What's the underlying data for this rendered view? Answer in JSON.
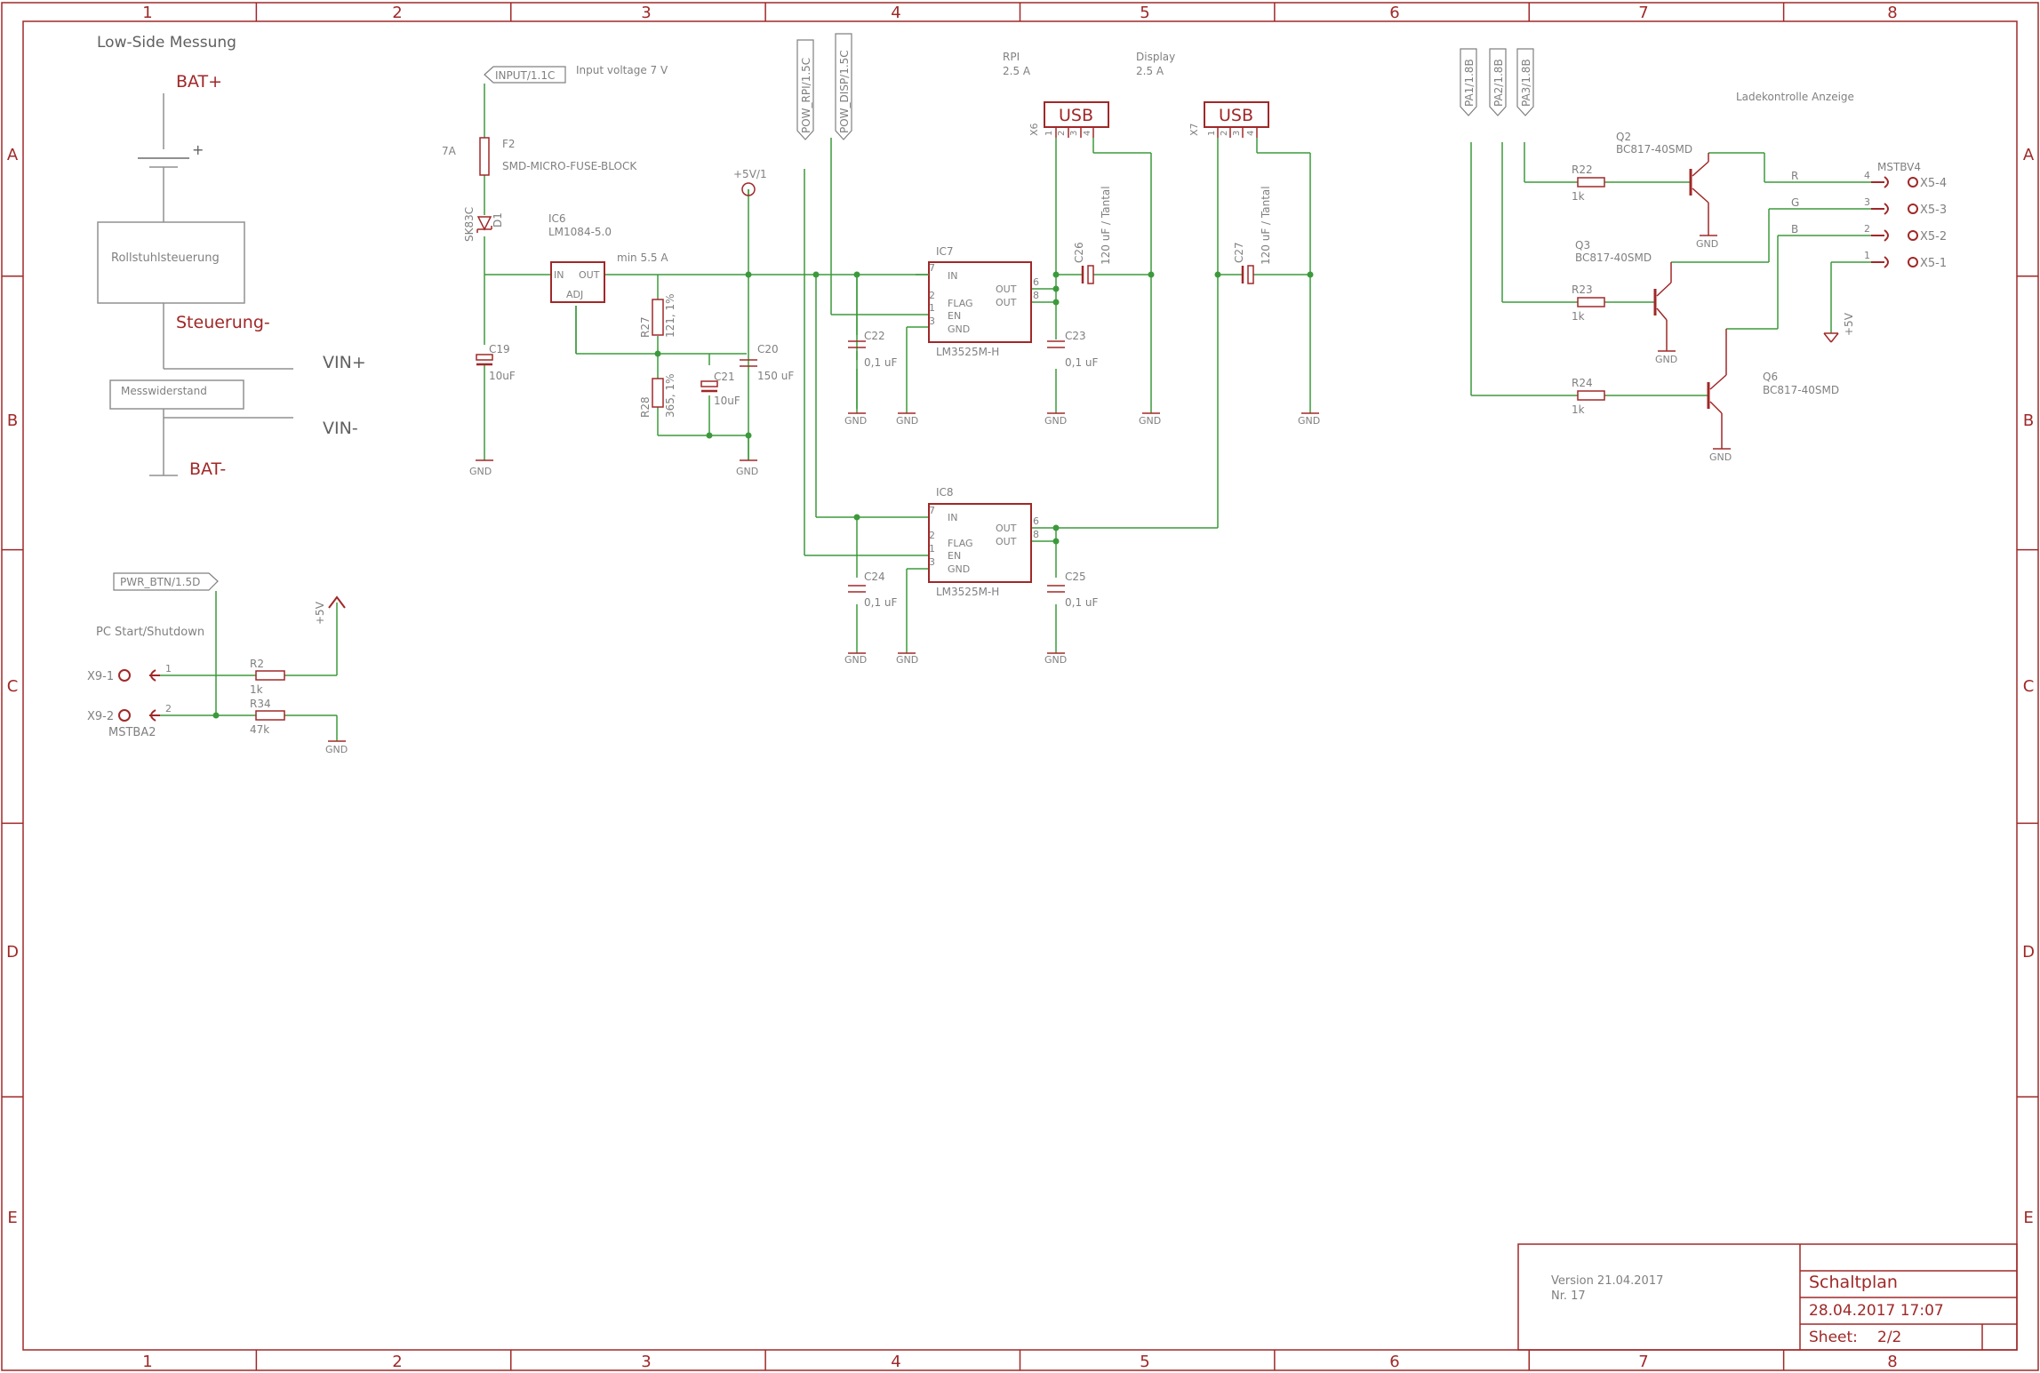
{
  "colors": {
    "symbol": "#a02828",
    "wire": "#3c9a3c",
    "junction": "#3c9a3c",
    "label": "#808080",
    "frame": "#a02828"
  },
  "frame": {
    "columns": [
      "1",
      "2",
      "3",
      "4",
      "5",
      "6",
      "7",
      "8"
    ],
    "rows": [
      "A",
      "B",
      "C",
      "D",
      "E"
    ]
  },
  "title_block": {
    "title": "Schaltplan",
    "datetime": "28.04.2017 17:07",
    "sheet_label": "Sheet:",
    "sheet_value": "2/2",
    "version": "Version 21.04.2017",
    "number": "Nr. 17"
  },
  "low_side": {
    "title": "Low-Side Messung",
    "bat_plus": "BAT+",
    "plus_sign": "+",
    "controller": "Rollstuhlsteuerung",
    "steuerung_minus": "Steuerung-",
    "vin_plus": "VIN+",
    "shunt": "Messwiderstand",
    "vin_minus": "VIN-",
    "bat_minus": "BAT-"
  },
  "power_input": {
    "input_flag": "INPUT/1.1C",
    "input_voltage": "Input voltage 7 V",
    "fuse_current": "7A",
    "fuse_name": "F2",
    "fuse_part": "SMD-MICRO-FUSE-BLOCK",
    "diode_part": "SK83C",
    "diode_name": "D1",
    "c19_name": "C19",
    "c19_value": "10uF",
    "gnd": "GND"
  },
  "regulator": {
    "name": "IC6",
    "part": "LM1084-5.0",
    "pin_in": "IN",
    "pin_out": "OUT",
    "pin_adj": "ADJ",
    "current": "min 5.5 A",
    "r27_name": "R27",
    "r27_value": "121, 1%",
    "r28_name": "R28",
    "r28_value": "365, 1%",
    "c21_name": "C21",
    "c21_value": "10uF",
    "c20_name": "C20",
    "c20_value": "150 uF",
    "supply": "+5V/1"
  },
  "flags": {
    "pow_rpi": "POW_RPI/1.5C",
    "pow_disp": "POW_DISP/1.5C",
    "pa1": "PA1/1.8B",
    "pa2": "PA2/1.8B",
    "pa3": "PA3/1.8B",
    "pwr_btn": "PWR_BTN/1.5D"
  },
  "switches": [
    {
      "name": "IC7",
      "part": "LM3525M-H",
      "pins": {
        "in": "IN",
        "flag": "FLAG",
        "en": "EN",
        "gnd": "GND",
        "out1": "OUT",
        "out2": "OUT"
      },
      "pin_numbers": {
        "in": "7",
        "flag": "2",
        "en": "1",
        "gnd": "3",
        "out1": "6",
        "out2": "8"
      },
      "c_in_name": "C22",
      "c_in_value": "0,1 uF",
      "c_out_name": "C23",
      "c_out_value": "0,1 uF"
    },
    {
      "name": "IC8",
      "part": "LM3525M-H",
      "pins": {
        "in": "IN",
        "flag": "FLAG",
        "en": "EN",
        "gnd": "GND",
        "out1": "OUT",
        "out2": "OUT"
      },
      "pin_numbers": {
        "in": "7",
        "flag": "2",
        "en": "1",
        "gnd": "3",
        "out1": "6",
        "out2": "8"
      },
      "c_in_name": "C24",
      "c_in_value": "0,1 uF",
      "c_out_name": "C25",
      "c_out_value": "0,1 uF"
    }
  ],
  "usb": [
    {
      "name": "X6",
      "label": "USB",
      "caption": "RPI",
      "current": "2.5 A",
      "pins": [
        "1",
        "2",
        "3",
        "4"
      ],
      "cap_name": "C26",
      "cap_value": "120 uF / Tantal"
    },
    {
      "name": "X7",
      "label": "USB",
      "caption": "Display",
      "current": "2.5 A",
      "pins": [
        "1",
        "2",
        "3",
        "4"
      ],
      "cap_name": "C27",
      "cap_value": "120 uF / Tantal"
    }
  ],
  "led_control": {
    "title": "Ladekontrolle Anzeige",
    "connector": "MSTBV4",
    "plus5v": "+5V",
    "transistors": [
      {
        "name": "Q2",
        "part": "BC817-40SMD",
        "resistor": "R22",
        "resistor_value": "1k",
        "signal": "R"
      },
      {
        "name": "Q3",
        "part": "BC817-40SMD",
        "resistor": "R23",
        "resistor_value": "1k",
        "signal": "G"
      },
      {
        "name": "Q6",
        "part": "BC817-40SMD",
        "resistor": "R24",
        "resistor_value": "1k",
        "signal": "B"
      }
    ],
    "terminals": [
      {
        "pin": "4",
        "label": "X5-4"
      },
      {
        "pin": "3",
        "label": "X5-3"
      },
      {
        "pin": "2",
        "label": "X5-2"
      },
      {
        "pin": "1",
        "label": "X5-1"
      }
    ]
  },
  "pc_start": {
    "title": "PC Start/Shutdown",
    "plus5v": "+5V",
    "x9_1": "X9-1",
    "x9_2": "X9-2",
    "pin1": "1",
    "pin2": "2",
    "connector": "MSTBA2",
    "r2_name": "R2",
    "r2_value": "1k",
    "r34_name": "R34",
    "r34_value": "47k"
  }
}
